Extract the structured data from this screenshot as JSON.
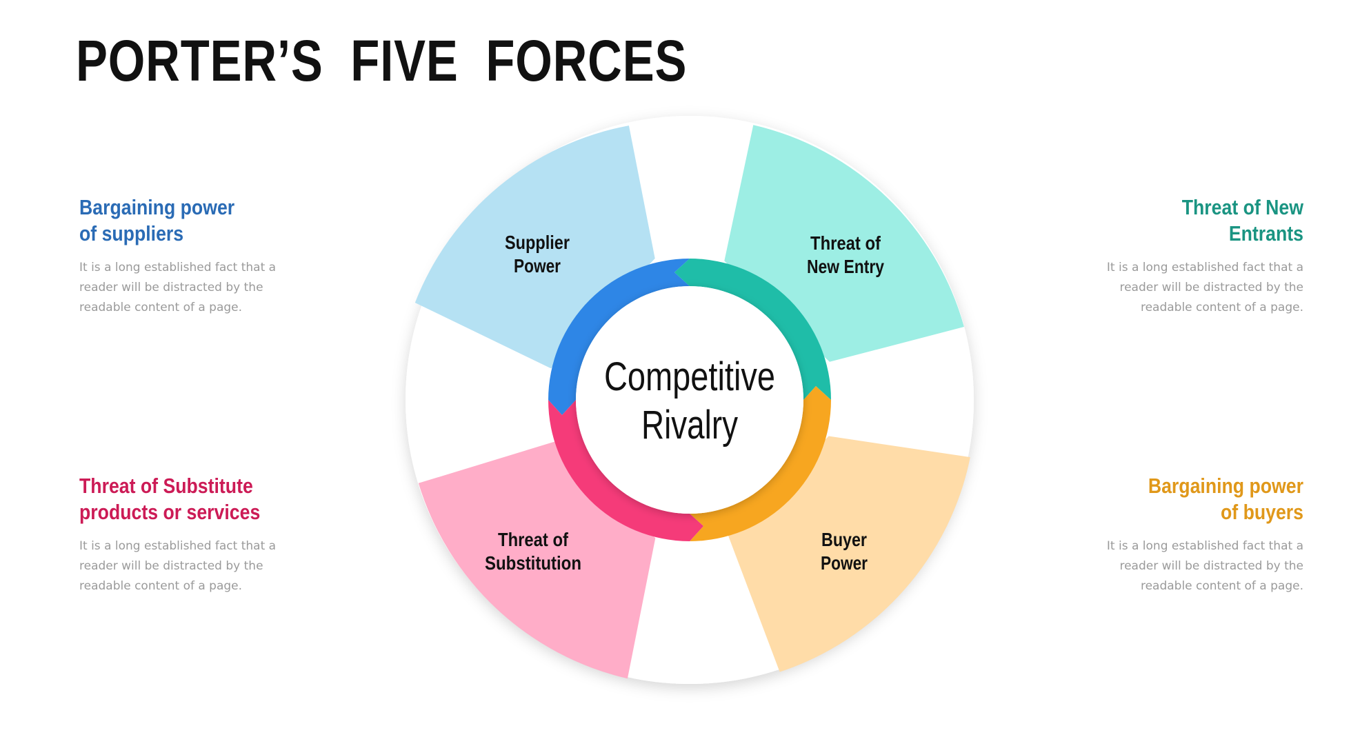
{
  "title": "PORTER’S FIVE FORCES",
  "center": {
    "line1": "Competitive",
    "line2": "Rivalry"
  },
  "segments": [
    {
      "line1": "Supplier",
      "line2": "Power",
      "color": "#b5e1f3"
    },
    {
      "line1": "Threat of",
      "line2": "New Entry",
      "color": "#9deee4"
    },
    {
      "line1": "Buyer",
      "line2": "Power",
      "color": "#ffdca8"
    },
    {
      "line1": "Threat of",
      "line2": "Substitution",
      "color": "#ffadc8"
    }
  ],
  "ring_colors": [
    "#2e86e6",
    "#1fbda8",
    "#f7a620",
    "#f53b79"
  ],
  "descriptions": {
    "suppliers": {
      "heading_line1": "Bargaining power",
      "heading_line2": "of suppliers",
      "color": "#2a6bb5",
      "body_line1": "It is a long established fact that a",
      "body_line2": "reader will be distracted by the",
      "body_line3": "readable content of a page."
    },
    "new_entrants": {
      "heading_line1": "Threat of New",
      "heading_line2": "Entrants",
      "color": "#1a9482",
      "body_line1": "It is a long established fact that a",
      "body_line2": "reader will be distracted by the",
      "body_line3": "readable content of a page."
    },
    "substitutes": {
      "heading_line1": "Threat of Substitute",
      "heading_line2": "products or services",
      "color": "#cc1b56",
      "body_line1": "It is a long established fact that a",
      "body_line2": "reader will be distracted by the",
      "body_line3": "readable content of a page."
    },
    "buyers": {
      "heading_line1": "Bargaining power",
      "heading_line2": "of buyers",
      "color": "#e0981a",
      "body_line1": "It is a long established fact that a",
      "body_line2": "reader will be distracted by the",
      "body_line3": "readable content of a page."
    }
  }
}
